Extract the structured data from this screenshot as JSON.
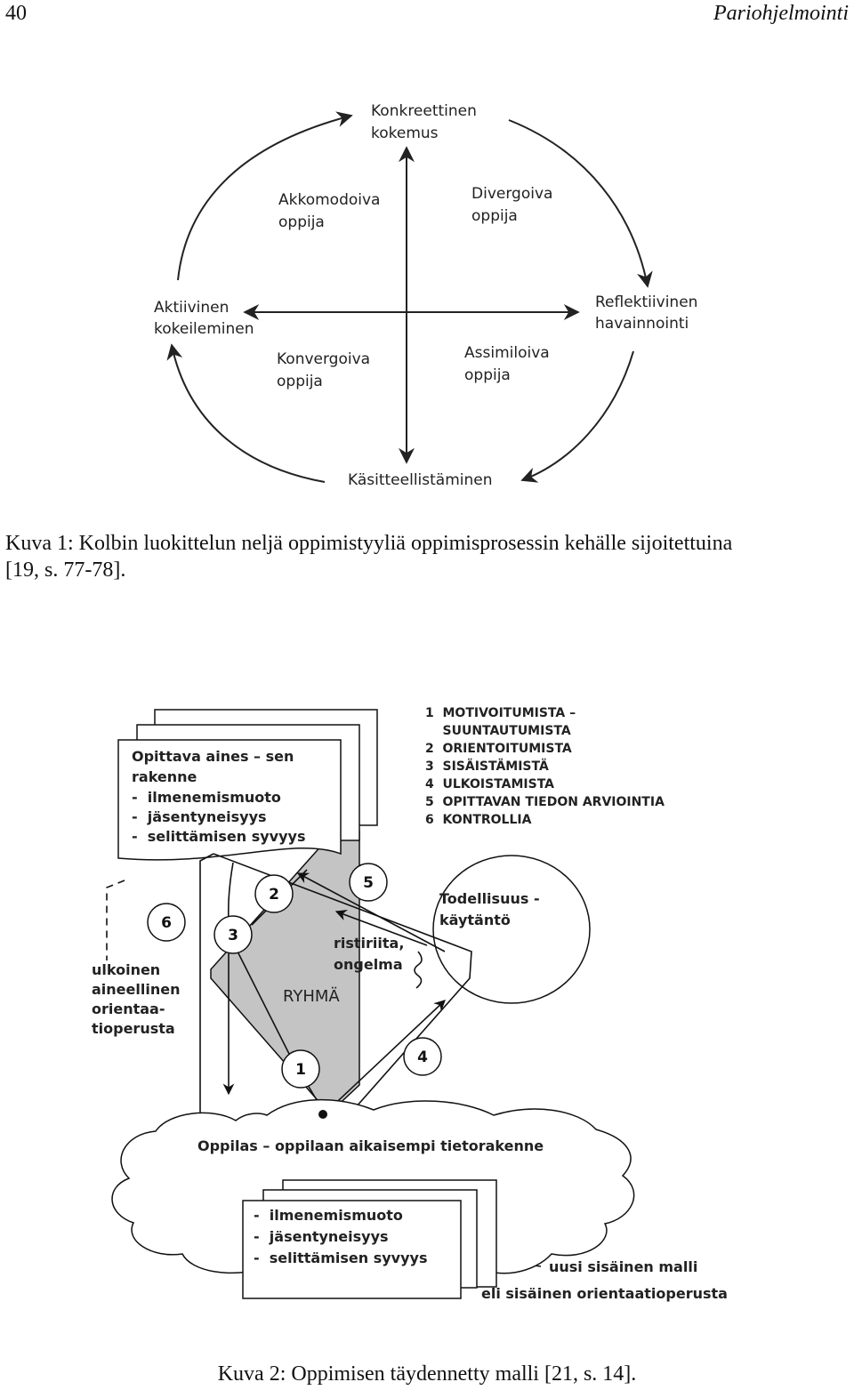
{
  "header": {
    "page_number": "40",
    "running_title": "Pariohjelmointi"
  },
  "figure1": {
    "labels": {
      "top_1": "Konkreettinen",
      "top_2": "kokemus",
      "right_1": "Reflektiivinen",
      "right_2": "havainnointi",
      "bottom": "Käsitteellistäminen",
      "left_1": "Aktiivinen",
      "left_2": "kokeileminen",
      "q_tl_1": "Akkomodoiva",
      "q_tl_2": "oppija",
      "q_tr_1": "Divergoiva",
      "q_tr_2": "oppija",
      "q_bl_1": "Konvergoiva",
      "q_bl_2": "oppija",
      "q_br_1": "Assimiloiva",
      "q_br_2": "oppija"
    },
    "caption_1": "Kuva 1: Kolbin luokittelun neljä oppimistyyliä oppimisprosessin kehälle sijoitettuina",
    "caption_2": "[19, s. 77-78]."
  },
  "figure2": {
    "legend": [
      "1  MOTIVOITUMISTA –",
      "    SUUNTAUTUMISTA",
      "2  ORIENTOITUMISTA",
      "3  SISÄISTÄMISTÄ",
      "4  ULKOISTAMISTA",
      "5  OPITTAVAN TIEDON ARVIOINTIA",
      "6  KONTROLLIA"
    ],
    "top_box": [
      "Opittava aines – sen",
      "rakenne",
      "-  ilmenemismuoto",
      "-  jäsentyneisyys",
      "-  selittämisen syvyys"
    ],
    "reality_1": "Todellisuus -",
    "reality_2": "käytäntö",
    "conflict_1": "ristiriita,",
    "conflict_2": "ongelma",
    "group": "RYHMÄ",
    "external_label": [
      "ulkoinen",
      "aineellinen",
      "orientaa-",
      "tioperusta"
    ],
    "learner": "Oppilas – oppilaan aikaisempi tietorakenne",
    "bottom_box": [
      "-  ilmenemismuoto",
      "-  jäsentyneisyys",
      "-  selittämisen syvyys"
    ],
    "new_model_1": "uusi sisäinen malli",
    "new_model_2": "eli sisäinen orientaatioperusta",
    "circles": [
      "1",
      "2",
      "3",
      "4",
      "5",
      "6"
    ],
    "caption": "Kuva 2: Oppimisen täydennetty malli [21, s. 14]."
  }
}
